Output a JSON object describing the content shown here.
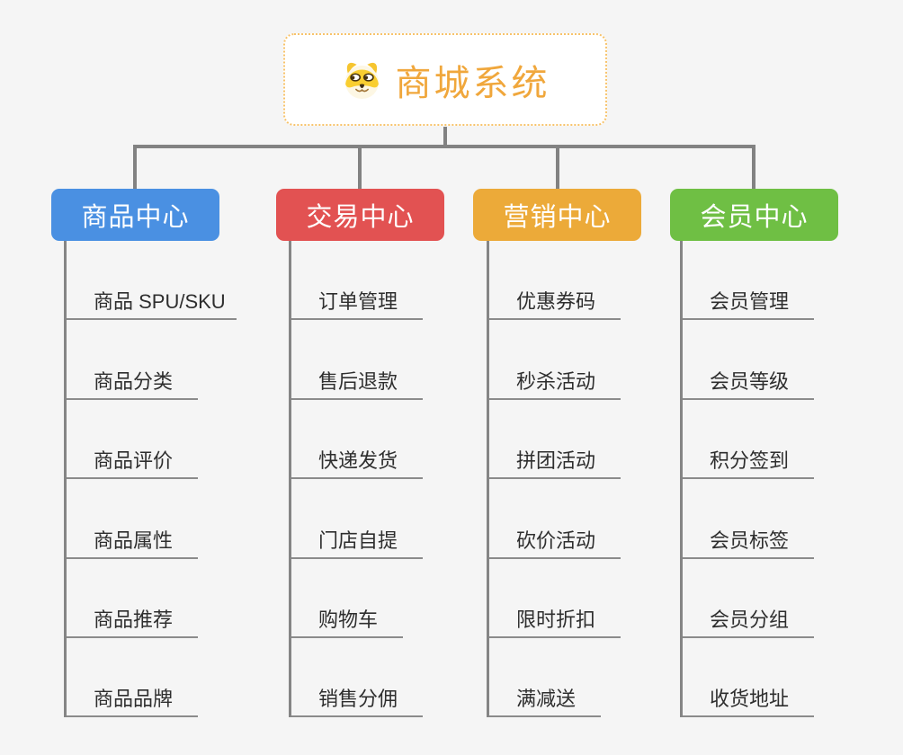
{
  "root": {
    "title": "商城系统",
    "icon": "dog-face-icon",
    "accent_color": "#f0a73c",
    "border_color": "#f7c36b"
  },
  "canvas": {
    "background_color": "#f5f5f5",
    "connector_color": "#828282",
    "topic_text_color": "#2e2e2e"
  },
  "branches": [
    {
      "label": "商品中心",
      "color": "#4a90e2",
      "items": [
        "商品 SPU/SKU",
        "商品分类",
        "商品评价",
        "商品属性",
        "商品推荐",
        "商品品牌"
      ]
    },
    {
      "label": "交易中心",
      "color": "#e25252",
      "items": [
        "订单管理",
        "售后退款",
        "快递发货",
        "门店自提",
        "购物车",
        "销售分佣"
      ]
    },
    {
      "label": "营销中心",
      "color": "#ecaa39",
      "items": [
        "优惠券码",
        "秒杀活动",
        "拼团活动",
        "砍价活动",
        "限时折扣",
        "满减送"
      ]
    },
    {
      "label": "会员中心",
      "color": "#6fbf44",
      "items": [
        "会员管理",
        "会员等级",
        "积分签到",
        "会员标签",
        "会员分组",
        "收货地址"
      ]
    }
  ]
}
